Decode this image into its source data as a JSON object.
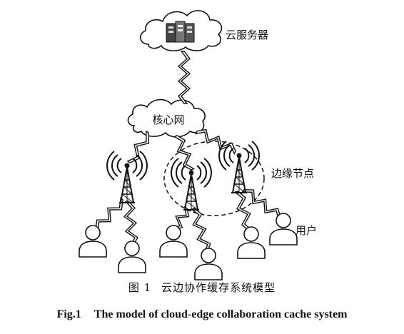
{
  "labels": {
    "cloud_server": "云服务器",
    "core_network": "核心网",
    "edge_node": "边缘节点",
    "user": "用户"
  },
  "caption_cn": {
    "number": "图 1",
    "text": "云边协作缓存系统模型"
  },
  "caption_en": {
    "number": "Fig.1",
    "text": "The model of cloud-edge collaboration cache system"
  },
  "colors": {
    "stroke": "#111111",
    "fill": "#ffffff"
  },
  "icons": [
    "cloud-icon",
    "server-icon",
    "lightning-link-icon",
    "antenna-tower-icon",
    "user-icon"
  ]
}
